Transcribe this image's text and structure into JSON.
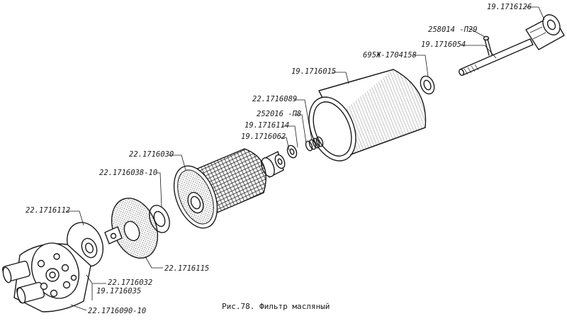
{
  "caption": "Рис.78. Фильтр масляный",
  "labels": {
    "l1": "19.1716126",
    "l2": "258014 -П29",
    "l3": "19.1716054",
    "l4": "695Ж-1704158",
    "l5": "19.1716015",
    "l6": "22.1716089",
    "l7": "252016 -П8",
    "l8": "19.1716114",
    "l9": "19.1716062",
    "l10": "22.1716030",
    "l11": "22.1716038-10",
    "l12": "22.1716112",
    "l13": "22.1716115",
    "l14": "22.1716032",
    "l15": "19.1716035",
    "l16": "22.1716090-10"
  },
  "colors": {
    "ink": "#1a1a1a",
    "paper": "#ffffff"
  }
}
